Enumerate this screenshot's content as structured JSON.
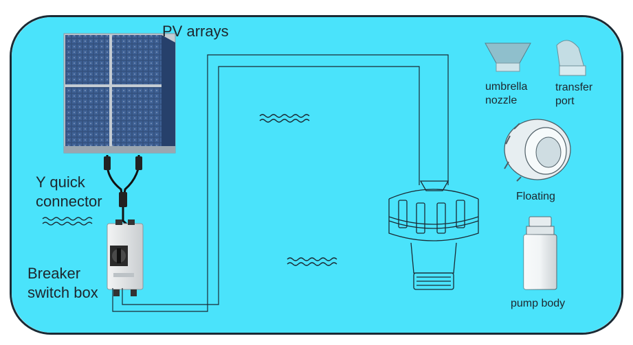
{
  "colors": {
    "background": "#4ae3fb",
    "line": "#1a2a34",
    "panel": "#344e7a",
    "frame": "#b9c4cc"
  },
  "labels": {
    "pv_arrays": "PV arrays",
    "y_quick_1": "Y quick",
    "y_quick_2": "connector",
    "breaker_1": "Breaker",
    "breaker_2": "switch box",
    "umbrella_1": "umbrella",
    "umbrella_2": "nozzle",
    "transfer_1": "transfer",
    "transfer_2": "port",
    "floating": "Floating",
    "pump_body": "pump body"
  },
  "icons": [
    "solar-panel-icon",
    "connector-icon",
    "switch-box-icon",
    "water-wave-icon",
    "fountain-icon",
    "umbrella-nozzle-icon",
    "transfer-port-icon",
    "floating-ring-icon",
    "pump-body-icon"
  ]
}
